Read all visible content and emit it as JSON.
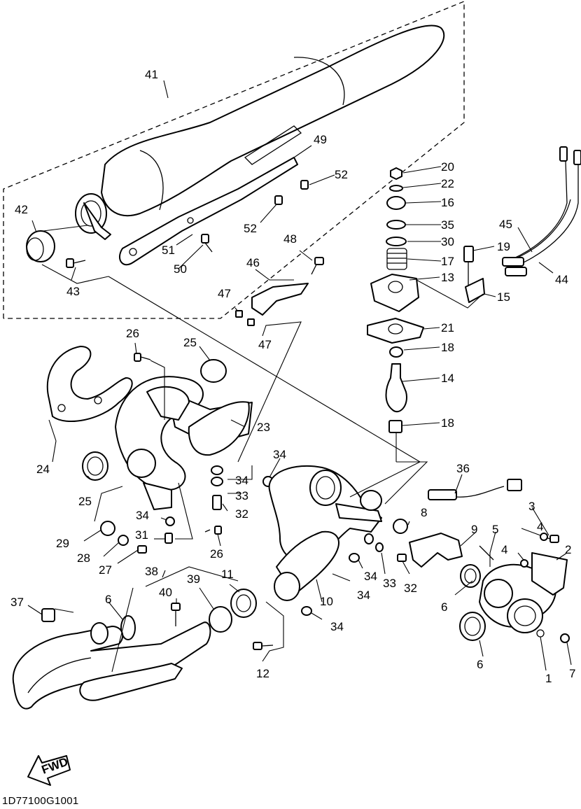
{
  "diagram": {
    "reference_code": "1D77100G1001",
    "fwd_label": "FWD",
    "part_numbers": {
      "p1": "1",
      "p2": "2",
      "p4a": "4",
      "p4b": "4",
      "p3": "3",
      "p5": "5",
      "p6a": "6",
      "p6b": "6",
      "p6c": "6",
      "p7": "7",
      "p8": "8",
      "p9": "9",
      "p10": "10",
      "p11": "11",
      "p12": "12",
      "p13": "13",
      "p14": "14",
      "p15": "15",
      "p16": "16",
      "p17": "17",
      "p18a": "18",
      "p18b": "18",
      "p19": "19",
      "p20": "20",
      "p21": "21",
      "p22": "22",
      "p23": "23",
      "p24": "24",
      "p25a": "25",
      "p25b": "25",
      "p26a": "26",
      "p26b": "26",
      "p27": "27",
      "p28": "28",
      "p29": "29",
      "p30": "30",
      "p31": "31",
      "p32a": "32",
      "p32b": "32",
      "p33a": "33",
      "p33b": "33",
      "p34a": "34",
      "p34b": "34",
      "p34c": "34",
      "p34d": "34",
      "p34e": "34",
      "p34f": "34",
      "p35": "35",
      "p36": "36",
      "p37": "37",
      "p38": "38",
      "p39": "39",
      "p40": "40",
      "p41": "41",
      "p42": "42",
      "p43": "43",
      "p44": "44",
      "p45": "45",
      "p46": "46",
      "p47a": "47",
      "p47b": "47",
      "p48": "48",
      "p49": "49",
      "p50": "50",
      "p51": "51",
      "p52a": "52",
      "p52b": "52"
    }
  }
}
